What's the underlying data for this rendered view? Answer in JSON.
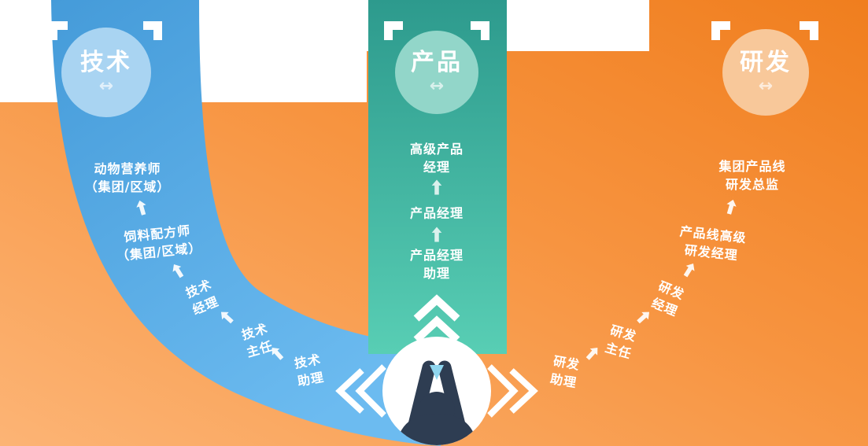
{
  "tracks": {
    "technical": {
      "name": "技术",
      "levels": [
        {
          "label": "技术\n助理"
        },
        {
          "label": "技术\n主任"
        },
        {
          "label": "技术\n经理"
        },
        {
          "label": "饲料配方师\n（集团/区域）"
        },
        {
          "label": "动物营养师\n（集团/区域）"
        }
      ]
    },
    "product": {
      "name": "产品",
      "levels": [
        {
          "label": "产品经理\n助理"
        },
        {
          "label": "产品经理"
        },
        {
          "label": "高级产品\n经理"
        }
      ]
    },
    "rnd": {
      "name": "研发",
      "levels": [
        {
          "label": "研发\n助理"
        },
        {
          "label": "研发\n主任"
        },
        {
          "label": "研发\n经理"
        },
        {
          "label": "产品线高级\n研发经理"
        },
        {
          "label": "集团产品线\n研发总监"
        }
      ]
    }
  },
  "icons": {
    "swap_arrow": "↔"
  },
  "colors": {
    "orange-light": "#fcb475",
    "orange-mid": "#f79440",
    "orange-deep": "#f07e1e",
    "blue-band-top": "#459bd9",
    "blue-band-bottom": "#6cbbf0",
    "blue-circle": "#a9d4f2",
    "teal-top": "#2d9a8d",
    "teal-bottom": "#58ceb4",
    "teal-circle": "#92d6c9",
    "orange-circle": "#f8c89a",
    "text": "#ffffff",
    "figure-dark": "#2e3d52",
    "figure-accent": "#8fd6ef"
  }
}
